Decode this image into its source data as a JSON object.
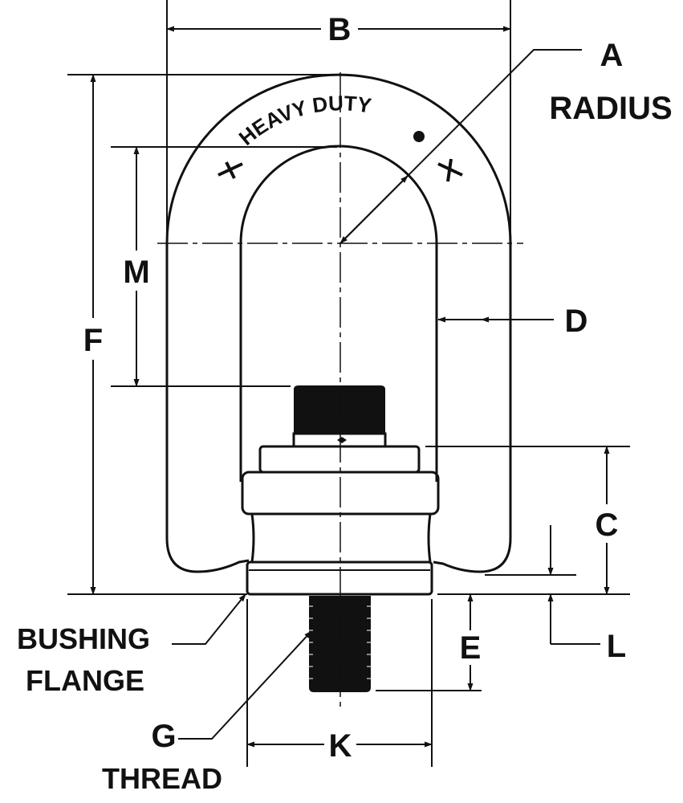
{
  "dimensions": {
    "A": "A",
    "radius": "RADIUS",
    "B": "B",
    "C": "C",
    "D": "D",
    "E": "E",
    "F": "F",
    "G": "G",
    "K": "K",
    "L": "L",
    "M": "M"
  },
  "callouts": {
    "bushing": "BUSHING",
    "flange": "FLANGE",
    "thread": "THREAD"
  },
  "stamp": {
    "text": "HEAVY DUTY"
  },
  "colors": {
    "line": "#111111",
    "fill": "#111111",
    "background": "#ffffff"
  }
}
